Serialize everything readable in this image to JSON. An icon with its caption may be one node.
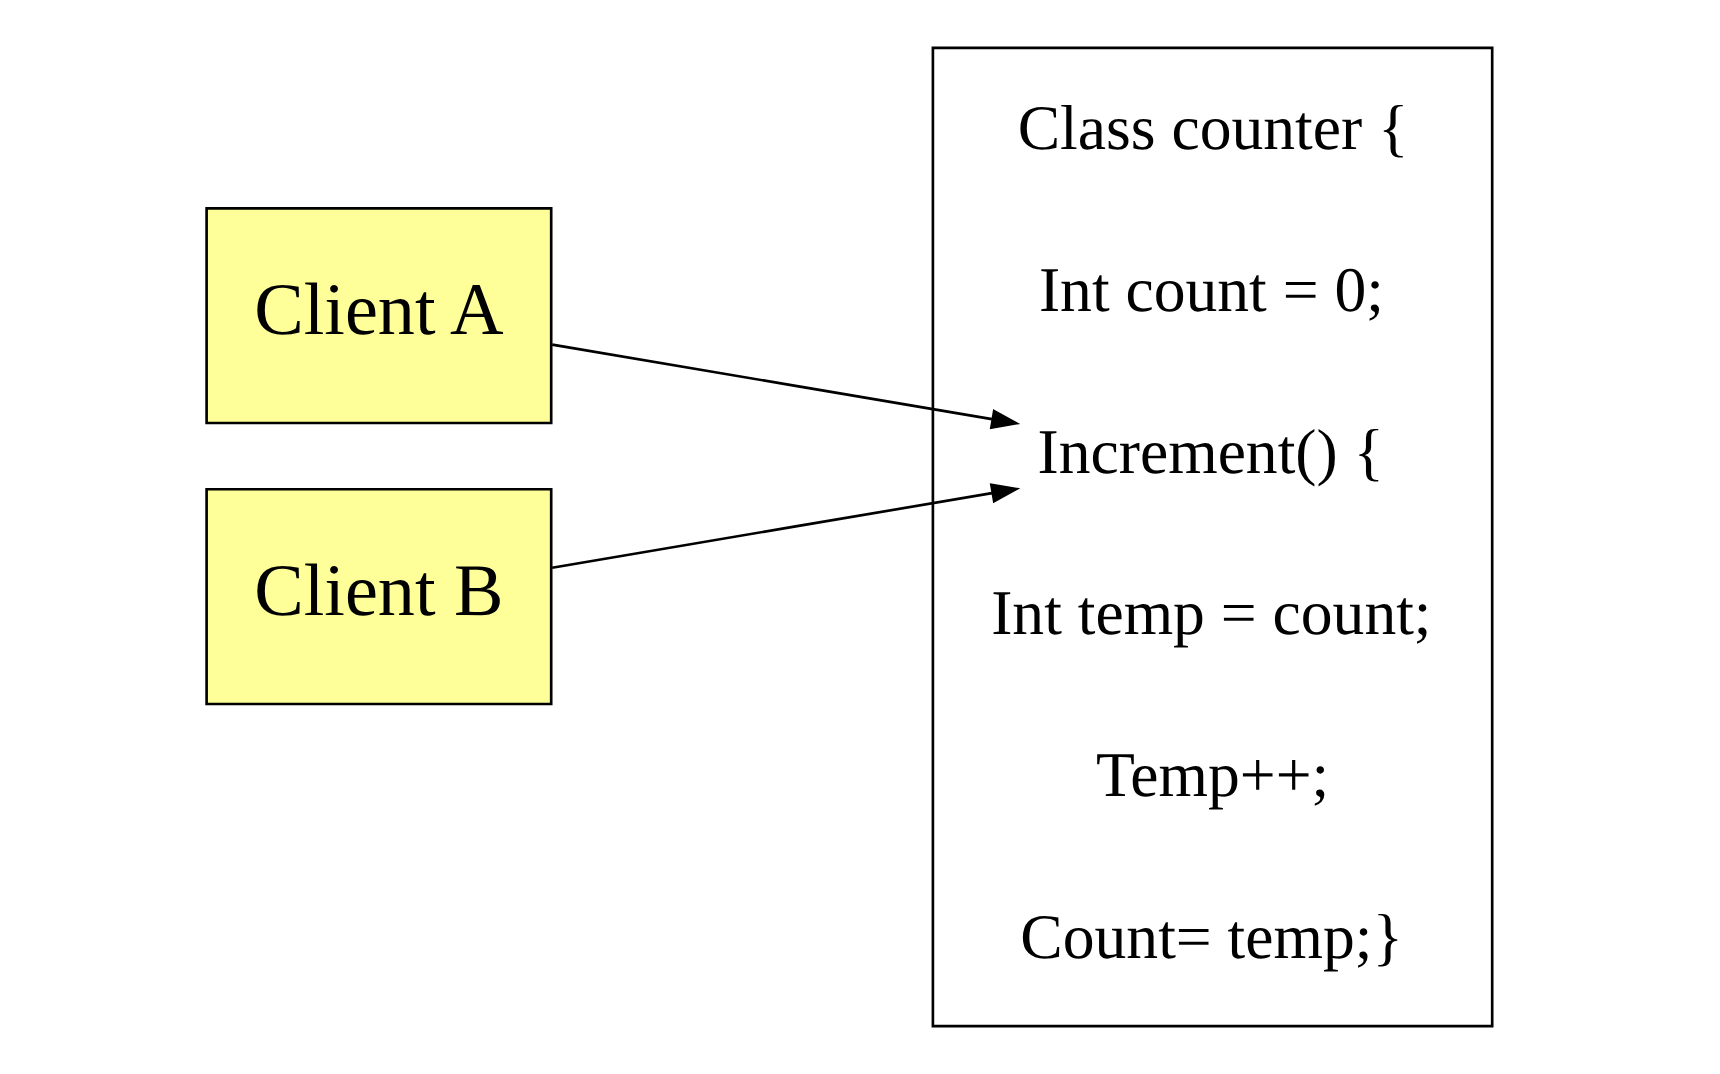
{
  "diagram": {
    "nodes": [
      {
        "text": [
          "Client A"
        ]
      },
      {
        "text": [
          "Client B"
        ]
      },
      {
        "text": [],
        "shape": "box"
      },
      {
        "text": [
          "Class counter {"
        ],
        "in": 2
      },
      {
        "text": [
          "Int count = 0;"
        ],
        "in": 2
      },
      {
        "text": [
          "Increment() {"
        ],
        "in": 2
      },
      {
        "text": [
          "Int temp = count;"
        ],
        "in": 2
      },
      {
        "text": [
          "Temp++;"
        ],
        "in": 2
      },
      {
        "text": [
          "Count= temp;}"
        ],
        "in": 2
      }
    ],
    "edges": [
      {
        "from": 0,
        "to": 5,
        "arrow": "to"
      },
      {
        "from": 1,
        "to": 5,
        "arrow": "to"
      }
    ]
  }
}
